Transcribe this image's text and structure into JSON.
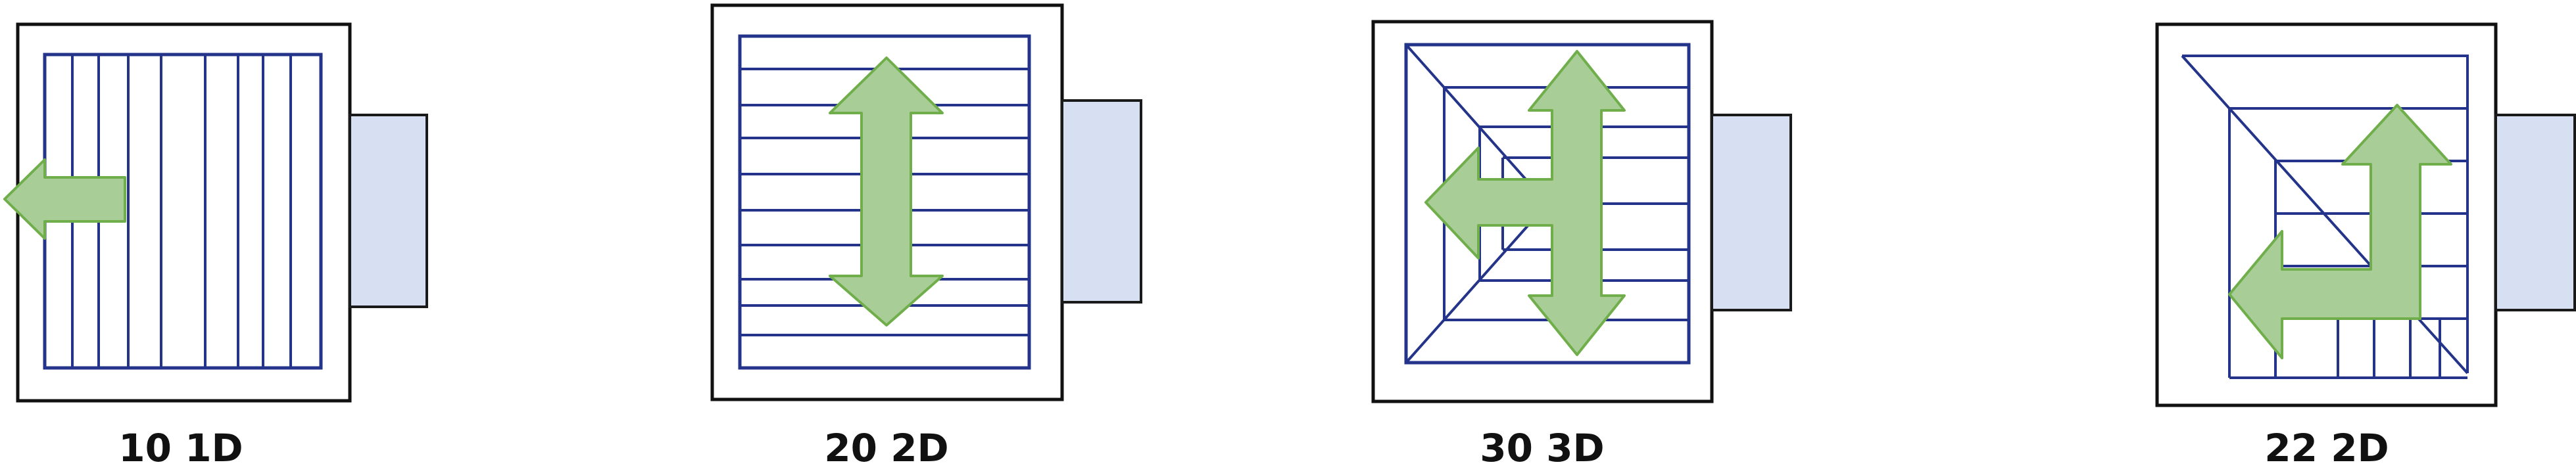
{
  "colors": {
    "frame": "#111111",
    "line": "#23348a",
    "arrow_fill": "#a9cd96",
    "arrow_stroke": "#6fae4a",
    "tab_fill": "#d6e0f2",
    "tab_stroke": "#1a1a1a"
  },
  "panels": [
    {
      "caption": "10 1D",
      "icon": "left-arrow-icon"
    },
    {
      "caption": "20 2D",
      "icon": "vertical-double-arrow-icon"
    },
    {
      "caption": "30 3D",
      "icon": "three-way-arrow-icon"
    },
    {
      "caption": "22 2D",
      "icon": "corner-two-way-arrow-icon"
    }
  ]
}
